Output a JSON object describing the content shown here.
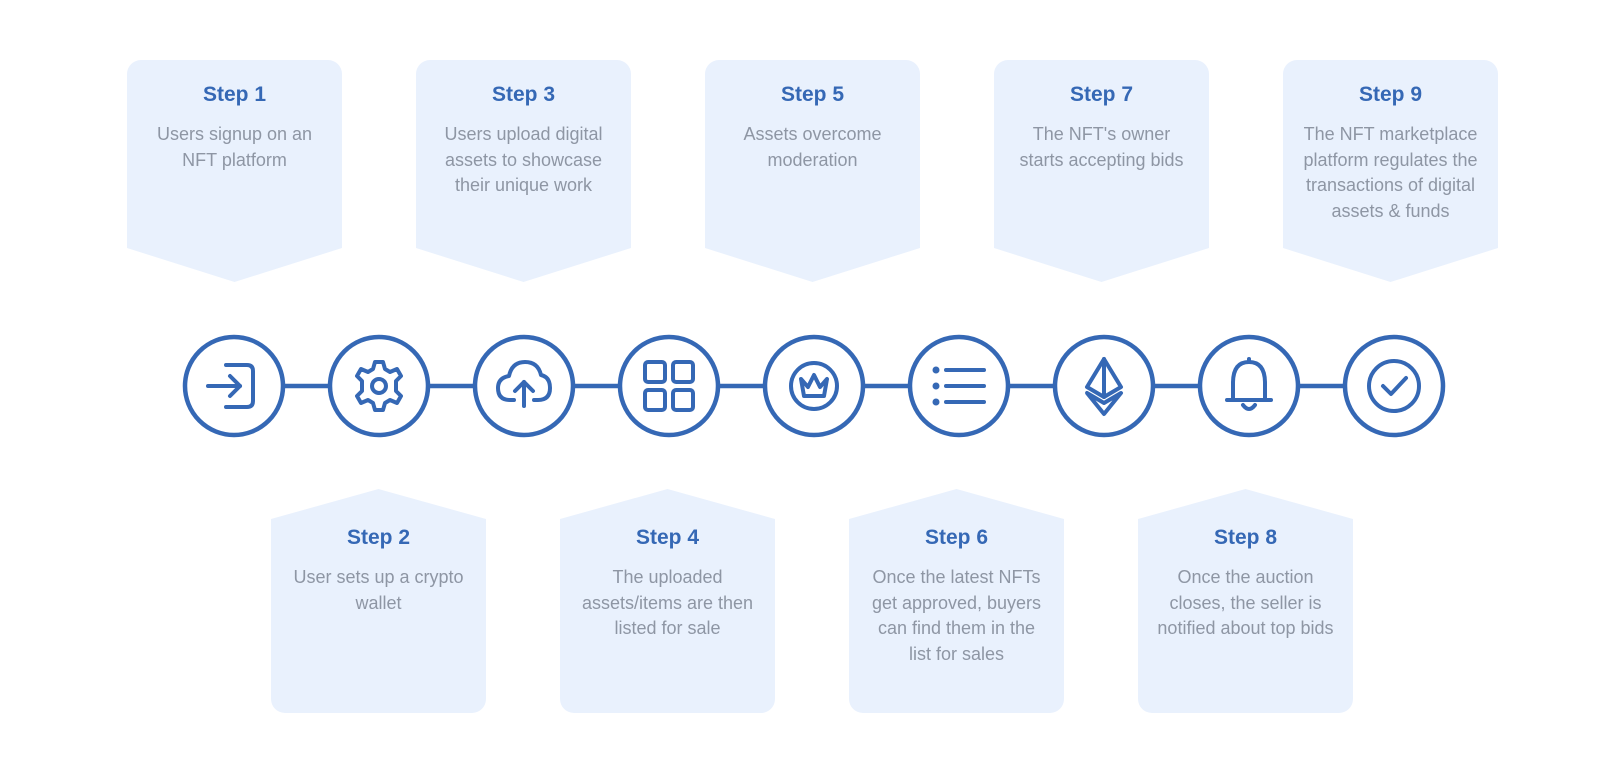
{
  "steps": [
    {
      "title": "Step 1",
      "desc": "Users signup on an NFT platform",
      "icon": "login-icon"
    },
    {
      "title": "Step 2",
      "desc": "User sets up a crypto wallet",
      "icon": "gear-icon"
    },
    {
      "title": "Step 3",
      "desc": "Users upload digital assets to showcase their unique work",
      "icon": "cloud-upload-icon"
    },
    {
      "title": "Step 4",
      "desc": "The uploaded assets/items are then listed for sale",
      "icon": "grid-icon"
    },
    {
      "title": "Step 5",
      "desc": "Assets overcome moderation",
      "icon": "crown-badge-icon"
    },
    {
      "title": "Step 6",
      "desc": "Once the latest NFTs get approved, buyers can find them in the list for sales",
      "icon": "list-icon"
    },
    {
      "title": "Step 7",
      "desc": "The NFT's owner starts accepting bids",
      "icon": "ethereum-icon"
    },
    {
      "title": "Step 8",
      "desc": "Once the auction closes, the seller is notified about top bids",
      "icon": "bell-icon"
    },
    {
      "title": "Step 9",
      "desc": "The NFT marketplace platform regulates the transactions of digital assets & funds",
      "icon": "check-circle-icon"
    }
  ],
  "colors": {
    "accent": "#3568b5",
    "card_bg": "#e9f1fd",
    "text_muted": "#8e96a4"
  }
}
